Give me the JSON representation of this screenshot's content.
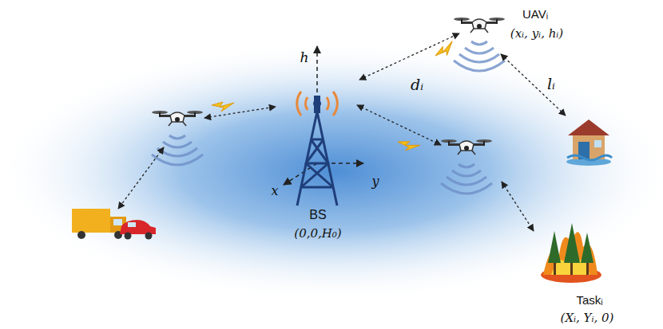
{
  "diagram": {
    "labels": [
      "h",
      "x",
      "y",
      "BS",
      "(0,0,H₀)",
      "UAVᵢ",
      "(xᵢ, yᵢ, hᵢ)",
      "dᵢ",
      "lᵢ",
      "Taskᵢ",
      "(Xᵢ, Yᵢ, 0)"
    ]
  }
}
